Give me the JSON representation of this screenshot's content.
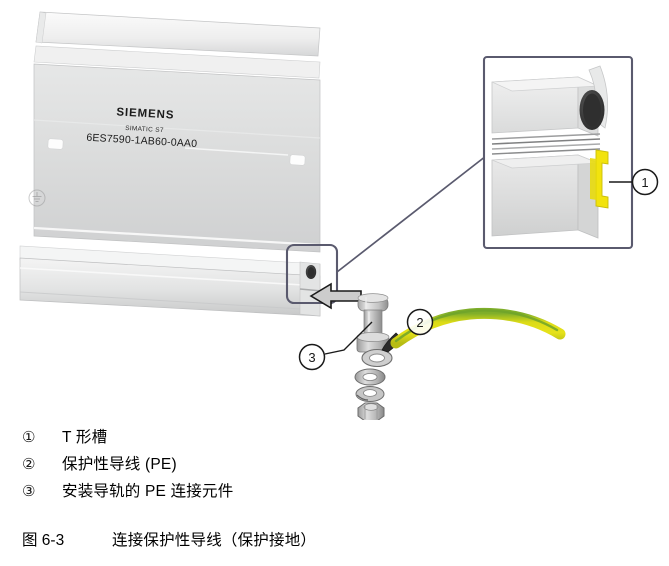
{
  "figure": {
    "product_label": {
      "brand": "SIEMENS",
      "family": "SIMATIC S7",
      "article_number": "6ES7590-1AB60-0AA0"
    },
    "callouts": [
      {
        "number": "1",
        "target": "t-slot-detail"
      },
      {
        "number": "2",
        "target": "pe-conductor-wire"
      },
      {
        "number": "3",
        "target": "pe-connection-bolt"
      }
    ],
    "colors": {
      "rail_body": "#d9dada",
      "rail_highlight": "#f2f2f2",
      "rail_shadow": "#b9babb",
      "callout_border": "#5a5a6e",
      "t_slot_highlight": "#f2e30d",
      "pe_wire_yellow": "#e3e013",
      "pe_wire_green": "#5a9b1e",
      "metal_light": "#c9c9c9",
      "metal_dark": "#8a8a8a",
      "hole_dark": "#3a3a3a",
      "arrow_fill": "#cccccc",
      "arrow_stroke": "#1a1a1a"
    }
  },
  "legend": {
    "items": [
      {
        "marker": "①",
        "label": "T 形槽"
      },
      {
        "marker": "②",
        "label": "保护性导线 (PE)"
      },
      {
        "marker": "③",
        "label": "安装导轨的 PE 连接元件"
      }
    ]
  },
  "caption": {
    "number": "图 6-3",
    "text": "连接保护性导线（保护接地）"
  }
}
